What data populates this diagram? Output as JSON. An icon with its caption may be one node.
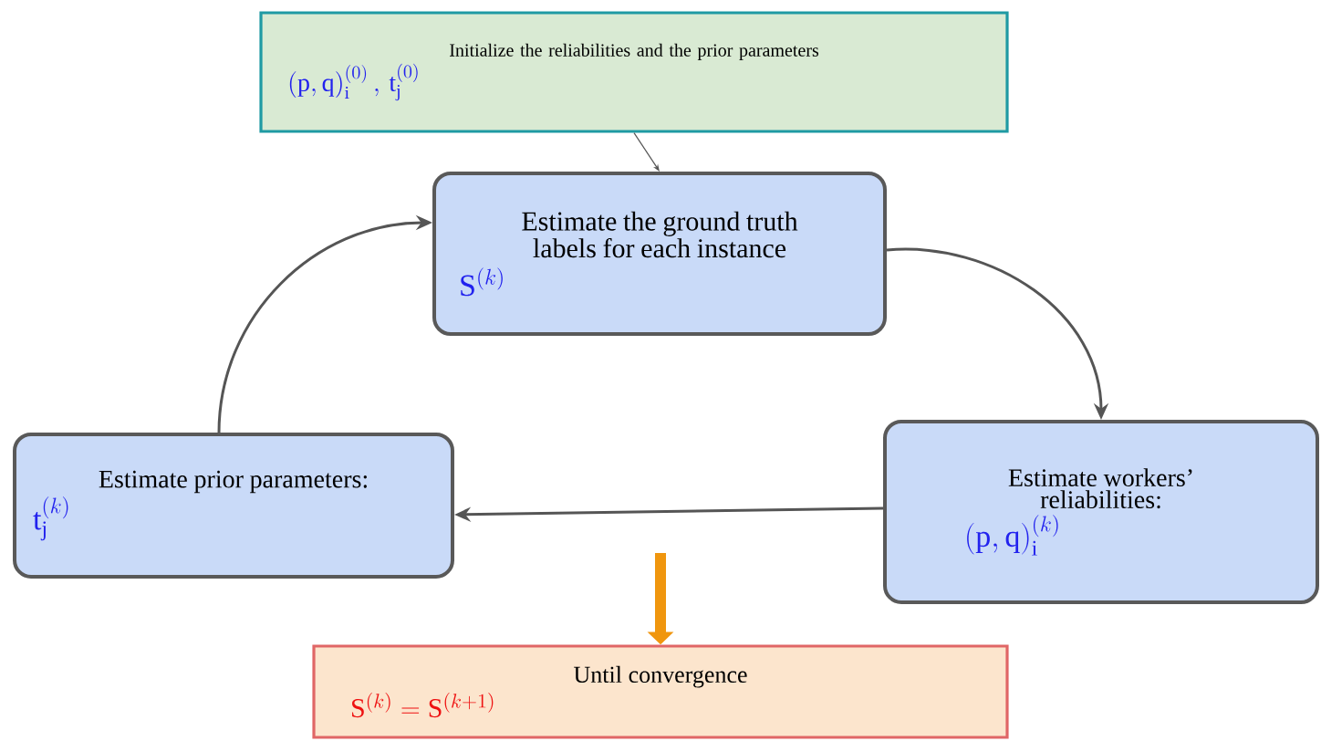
{
  "diagram": {
    "nodes": [
      {
        "text": [
          "Initialize the reliabilities and the prior parameters",
          "\\mathrm{(p,q)}_\\mathrm{i}^{(0)}\\,,\\,\\mathrm{t}_\\mathrm{j}^{(0)}"
        ]
      },
      {
        "text": [
          "Estimate the ground truth labels for each instance",
          "\\mathrm{S}^{(k)}"
        ]
      },
      {
        "text": [
          "Estimate workers’ reliabilities:",
          "\\mathrm{(p,q)}_\\mathrm{i}^{(k)}"
        ]
      },
      {
        "text": [
          "Estimate prior parameters:",
          "\\mathrm{t}_\\mathrm{j}^{(k)}"
        ]
      },
      {
        "text": [
          "Until convergence",
          "\\mathrm{S}^{(k)} = \\mathrm{S}^{(k+1)}"
        ]
      }
    ],
    "edges": [
      {
        "from": 0,
        "to": 1,
        "arrow": "to"
      },
      {
        "from": 1,
        "to": 2,
        "arrow": "to"
      },
      {
        "from": 2,
        "to": 3,
        "arrow": "to"
      },
      {
        "from": 3,
        "to": 1,
        "arrow": "to"
      },
      {
        "from": null,
        "to": 4,
        "arrow": "to",
        "style": "thick",
        "color": "#f0960e"
      }
    ]
  }
}
